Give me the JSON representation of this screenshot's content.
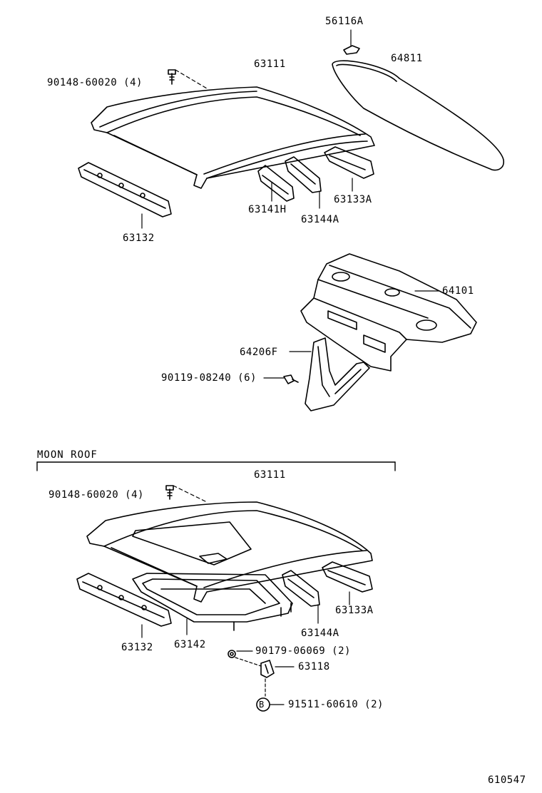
{
  "diagram": {
    "section_title": "MOON ROOF",
    "drawing_number": "610547",
    "circle_marker": "B",
    "parts": {
      "p56116A": "56116A",
      "p64811": "64811",
      "p63111_top": "63111",
      "p90148_top": "90148-60020 (4)",
      "p63133A_top": "63133A",
      "p63141H": "63141H",
      "p63144A_top": "63144A",
      "p63132_top": "63132",
      "p64101": "64101",
      "p64206F": "64206F",
      "p90119": "90119-08240 (6)",
      "p63111_mr": "63111",
      "p90148_mr": "90148-60020 (4)",
      "p63133A_mr": "63133A",
      "p63144A_mr": "63144A",
      "p63132_mr": "63132",
      "p63142": "63142",
      "p90179": "90179-06069 (2)",
      "p63118": "63118",
      "p91511": "91511-60610 (2)"
    }
  }
}
